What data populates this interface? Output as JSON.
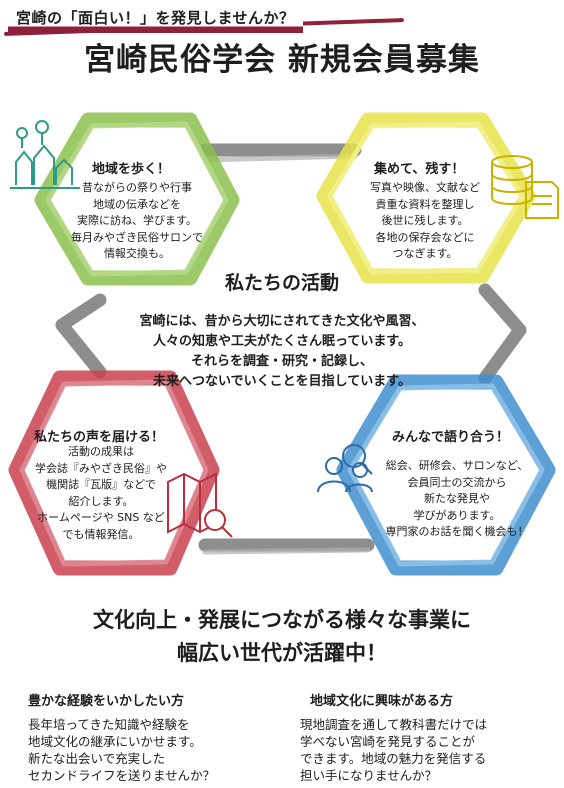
{
  "tagline": "宮崎の「面白い！」を発見しませんか？",
  "title": "宮崎民俗学会 新規会員募集",
  "colors": {
    "accent_red": "#8f1f3a",
    "green": "#8cc14e",
    "yellow": "#e6e34a",
    "pink": "#c9414f",
    "blue": "#3f8fcf",
    "gray": "#777777"
  },
  "activities": {
    "title": "私たちの活動",
    "lines": [
      "宮崎には、昔から大切にされてきた文化や風習、",
      "人々の知恵や工夫がたくさん眠っています。",
      "それらを調査・研究・記録し、",
      "未来へつないでいくことを目指しています。"
    ]
  },
  "hexes": {
    "walk": {
      "title": "地域を歩く！",
      "icon": "people-map-pin-icon",
      "lines": [
        "昔ながらの祭りや行事",
        "地域の伝承などを",
        "実際に訪ね、学びます。",
        "毎月みやざき民俗サロンで",
        "情報交換も。"
      ]
    },
    "collect": {
      "title": "集めて、残す！",
      "icon": "database-document-icon",
      "lines": [
        "写真や映像、文献など",
        "貴重な資料を整理し",
        "後世に残します。",
        "各地の保存会などに",
        "つなぎます。"
      ]
    },
    "voice": {
      "title": "私たちの声を届ける！",
      "icon": "map-search-icon",
      "lines": [
        "活動の成果は",
        "学会誌『みやざき民俗』や",
        "機関誌『瓦版』などで",
        "紹介します。",
        "ホームページや SNS など",
        "でも情報発信。"
      ]
    },
    "talk": {
      "title": "みんなで語り合う！",
      "icon": "people-search-icon",
      "lines": [
        "総会、研修会、サロンなど、",
        "会員同士の交流から",
        "新たな発見や",
        "学びがあります。",
        "専門家のお話を聞く機会も！"
      ]
    }
  },
  "bottom": {
    "headline_lines": [
      "文化向上・発展につながる様々な事業に",
      "幅広い世代が活躍中！"
    ],
    "left": {
      "title": "豊かな経験をいかしたい方",
      "lines": [
        "長年培ってきた知識や経験を",
        "地域文化の継承にいかせます。",
        "新たな出会いで充実した",
        "セカンドライフを送りませんか？"
      ]
    },
    "right": {
      "title": "地域文化に興味がある方",
      "lines": [
        "現地調査を通して教科書だけでは",
        "学べない宮崎を発見することが",
        "できます。地域の魅力を発信する",
        "担い手になりませんか？"
      ]
    }
  }
}
